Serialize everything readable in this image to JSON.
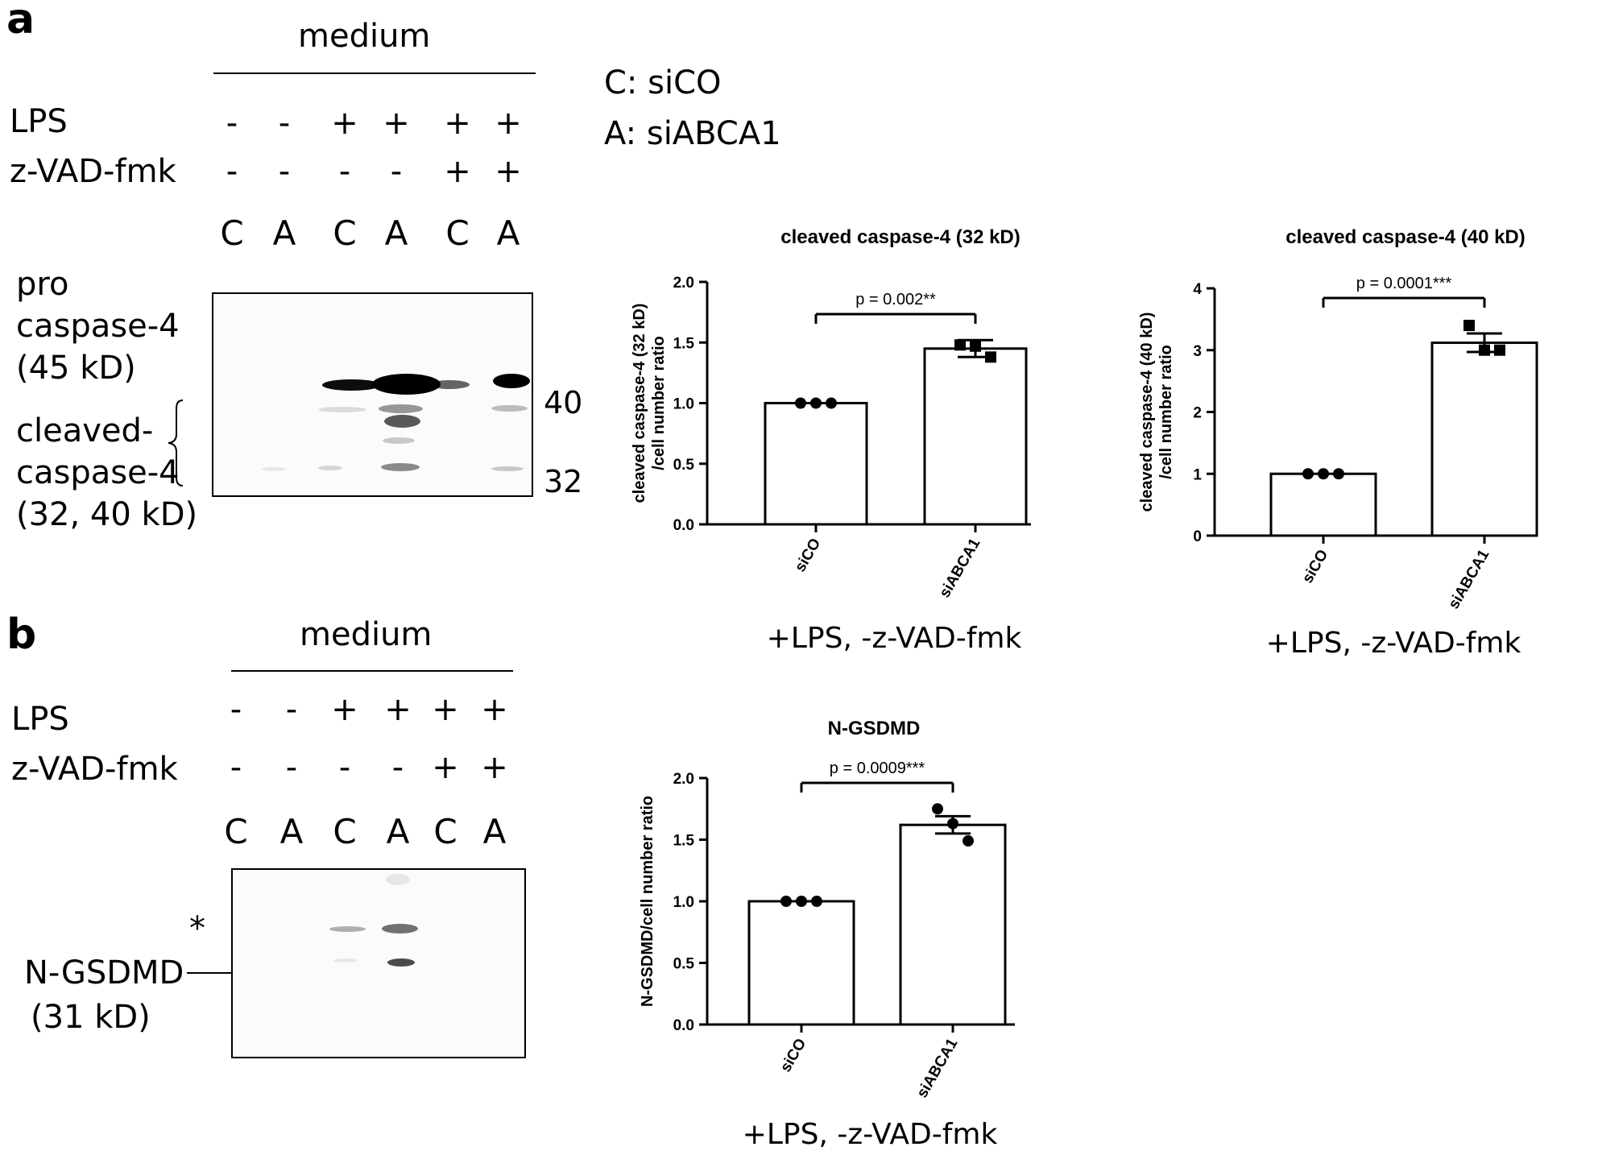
{
  "panel_a": {
    "letter": "a",
    "medium": "medium",
    "row_lps": "LPS",
    "row_zvad": "z-VAD-fmk",
    "lps": [
      "-",
      "-",
      "+",
      "+",
      "+",
      "+"
    ],
    "zvad": [
      "-",
      "-",
      "-",
      "-",
      "+",
      "+"
    ],
    "lanes": [
      "C",
      "A",
      "C",
      "A",
      "C",
      "A"
    ],
    "legend_c": "C: siCO",
    "legend_a": "A: siABCA1",
    "pro_label_1": "pro",
    "pro_label_2": "caspase-4",
    "pro_label_3": "(45 kD)",
    "cleaved_label_1": "cleaved-",
    "cleaved_label_2": "caspase-4",
    "cleaved_label_3": "(32, 40 kD)",
    "marker_40": "40",
    "marker_32": "32"
  },
  "panel_b": {
    "letter": "b",
    "medium": "medium",
    "row_lps": "LPS",
    "row_zvad": "z-VAD-fmk",
    "lps": [
      "-",
      "-",
      "+",
      "+",
      "+",
      "+"
    ],
    "zvad": [
      "-",
      "-",
      "-",
      "-",
      "+",
      "+"
    ],
    "lanes": [
      "C",
      "A",
      "C",
      "A",
      "C",
      "A"
    ],
    "asterisk": "*",
    "ngsdmd_label_1": "N-GSDMD",
    "ngsdmd_label_2": "(31 kD)"
  },
  "chart_data": [
    {
      "type": "bar",
      "title": "cleaved caspase-4 (32 kD)",
      "ylabel_1": "cleaved caspase-4 (32 kD)",
      "ylabel_2": "/cell number ratio",
      "categories": [
        "siCO",
        "siABCA1"
      ],
      "values": [
        1.0,
        1.45
      ],
      "errors": [
        0.0,
        0.07
      ],
      "points": [
        [
          1.0,
          1.0,
          1.0
        ],
        [
          1.48,
          1.47,
          1.38
        ]
      ],
      "ylim": [
        0,
        2.0
      ],
      "yticks": [
        "0.0",
        "0.5",
        "1.0",
        "1.5",
        "2.0"
      ],
      "marker": "circle-square",
      "pvalue": "p = 0.002**",
      "caption": "+LPS, -z-VAD-fmk"
    },
    {
      "type": "bar",
      "title": "cleaved caspase-4 (40 kD)",
      "ylabel_1": "cleaved caspase-4 (40 kD)",
      "ylabel_2": "/cell number ratio",
      "categories": [
        "siCO",
        "siABCA1"
      ],
      "values": [
        1.0,
        3.12
      ],
      "errors": [
        0.0,
        0.15
      ],
      "points": [
        [
          1.0,
          1.0,
          1.0
        ],
        [
          3.4,
          3.0,
          3.0
        ]
      ],
      "ylim": [
        0,
        4
      ],
      "yticks": [
        "0",
        "1",
        "2",
        "3",
        "4"
      ],
      "marker": "circle-square",
      "pvalue": "p = 0.0001***",
      "caption": "+LPS, -z-VAD-fmk"
    },
    {
      "type": "bar",
      "title": "N-GSDMD",
      "ylabel_1": "N-GSDMD/cell number ratio",
      "ylabel_2": "",
      "categories": [
        "siCO",
        "siABCA1"
      ],
      "values": [
        1.0,
        1.62
      ],
      "errors": [
        0.0,
        0.07
      ],
      "points": [
        [
          1.0,
          1.0,
          1.0
        ],
        [
          1.75,
          1.63,
          1.49
        ]
      ],
      "ylim": [
        0,
        2.0
      ],
      "yticks": [
        "0.0",
        "0.5",
        "1.0",
        "1.5",
        "2.0"
      ],
      "marker": "circle-circle",
      "pvalue": "p = 0.0009***",
      "caption": "+LPS, -z-VAD-fmk"
    }
  ]
}
